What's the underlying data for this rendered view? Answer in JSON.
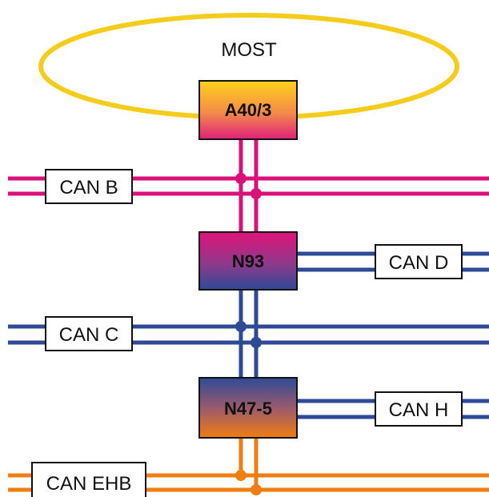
{
  "ring": {
    "label": "MOST",
    "color": "#f4cc1c"
  },
  "nodes": {
    "a40": {
      "label": "A40/3"
    },
    "n93": {
      "label": "N93"
    },
    "n47": {
      "label": "N47-5"
    }
  },
  "buses": {
    "can_b": {
      "label": "CAN B",
      "color": "#d9127a"
    },
    "can_c": {
      "label": "CAN C",
      "color": "#2e4a96"
    },
    "can_d": {
      "label": "CAN D",
      "color": "#2e4a96"
    },
    "can_h": {
      "label": "CAN H",
      "color": "#2e4a96"
    },
    "can_ehb": {
      "label": "CAN EHB",
      "color": "#ee7d12"
    }
  }
}
